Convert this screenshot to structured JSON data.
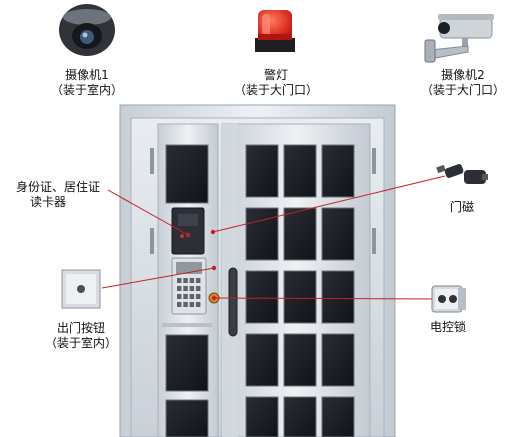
{
  "labels": {
    "camera1": {
      "line1": "摄像机1",
      "line2": "（装于室内）"
    },
    "alarm_light": {
      "line1": "警灯",
      "line2": "（装于大门口）"
    },
    "camera2": {
      "line1": "摄像机2",
      "line2": "（装于大门口）"
    },
    "id_reader": {
      "line1": "身份证、居住证",
      "line2": "读卡器"
    },
    "door_magnet": {
      "line1": "门磁"
    },
    "exit_button": {
      "line1": "出门按钮",
      "line2": "（装于室内）"
    },
    "electric_lock": {
      "line1": "电控锁"
    }
  },
  "colors": {
    "leader_line": "#c8202a",
    "door_frame": "#d7dde3",
    "glass": "#1a1c22",
    "alarm_red": "#e0241b"
  },
  "icons": [
    "dome-camera-icon",
    "alarm-light-icon",
    "bullet-camera-icon",
    "door-sensor-icon",
    "exit-button-icon",
    "electric-lock-icon",
    "card-reader-icon",
    "intercom-keypad-icon"
  ]
}
